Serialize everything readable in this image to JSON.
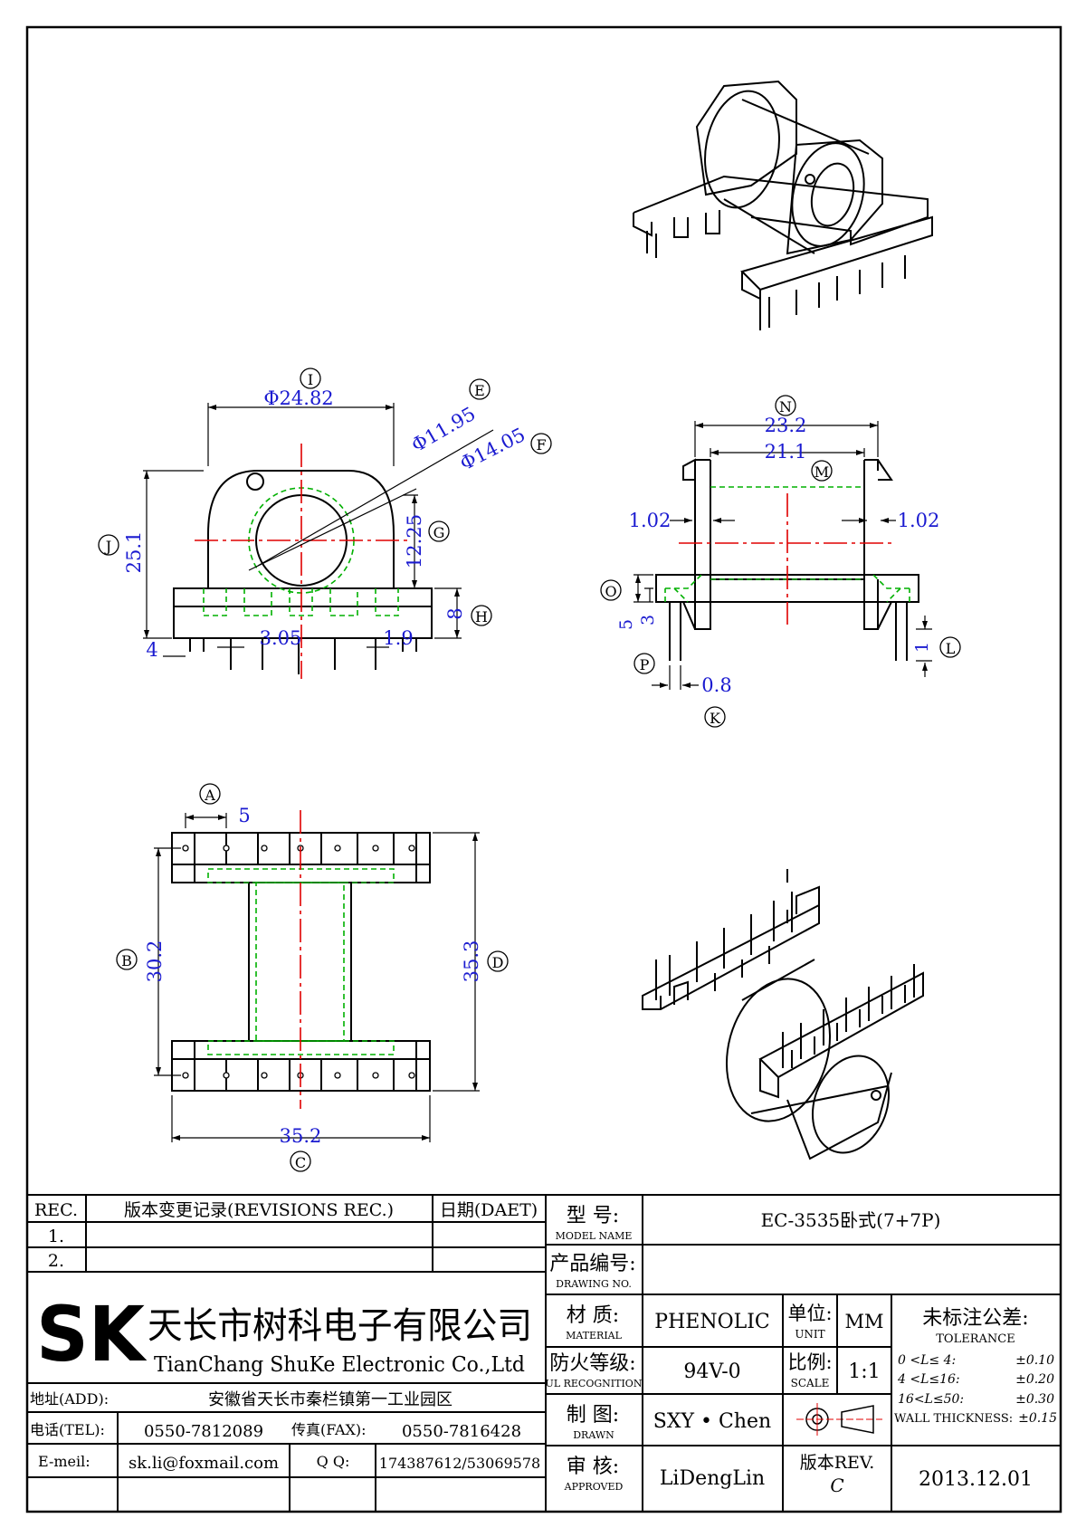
{
  "dims": {
    "top_I": "Φ24.82",
    "top_E": "Φ11.95",
    "top_F": "Φ14.05",
    "top_J": "25.1",
    "top_G": "12.25",
    "top_H": "8",
    "top_4": "4",
    "top_305": "3.05",
    "top_19": "1.9",
    "side_N": "23.2",
    "side_M": "21.1",
    "side_102_left": "1.02",
    "side_102_right": "1.02",
    "side_5": "5",
    "side_3": "3",
    "side_08": "0.8",
    "side_L": "1",
    "bot_5": "5",
    "bot_B": "30.2",
    "bot_D": "35.3",
    "bot_C": "35.2"
  },
  "labels": {
    "I": "I",
    "E": "E",
    "F": "F",
    "J": "J",
    "G": "G",
    "H": "H",
    "N": "N",
    "M": "M",
    "O": "O",
    "P": "P",
    "K": "K",
    "L": "L",
    "A": "A",
    "B": "B",
    "D": "D",
    "C": "C"
  },
  "revisions": {
    "col_rec": "REC.",
    "col_desc": "版本变更记录(REVISIONS REC.)",
    "col_date": "日期(DAET)",
    "row1": "1.",
    "row2": "2."
  },
  "company": {
    "logo": "SK",
    "name_cn": "天长市树科电子有限公司",
    "name_en": "TianChang ShuKe Electronic Co.,Ltd",
    "addr_label": "地址(ADD):",
    "addr": "安徽省天长市秦栏镇第一工业园区",
    "tel_label": "电话(TEL):",
    "tel": "0550-7812089",
    "fax_label": "传真(FAX):",
    "fax": "0550-7816428",
    "email_label": "E-meil:",
    "email": "sk.li@foxmail.com",
    "qq_label": "Q Q:",
    "qq": "174387612/53069578"
  },
  "titleblock": {
    "model_cn": "型  号:",
    "model_en": "MODEL NAME",
    "model": "EC-3535卧式(7+7P)",
    "drawing_cn": "产品编号:",
    "drawing_en": "DRAWING NO.",
    "drawing": "",
    "material_cn": "材  质:",
    "material_en": "MATERIAL",
    "material": "PHENOLIC",
    "unit_cn": "单位:",
    "unit_en": "UNIT",
    "unit": "MM",
    "ul_cn": "防火等级:",
    "ul_en": "UL RECOGNITION",
    "ul": "94V-0",
    "scale_cn": "比例:",
    "scale_en": "SCALE",
    "scale": "1:1",
    "drawn_cn": "制  图:",
    "drawn_en": "DRAWN",
    "drawn": "SXY • Chen",
    "approved_cn": "审  核:",
    "approved_en": "APPROVED",
    "approved": "LiDengLin",
    "rev_label": "版本REV.",
    "rev": "C",
    "date": "2013.12.01",
    "tol_cn": "未标注公差:",
    "tol_en": "TOLERANCE",
    "tol1_range": "0 <L≤ 4:",
    "tol1_val": "±0.10",
    "tol2_range": "4 <L≤16:",
    "tol2_val": "±0.20",
    "tol3_range": "16<L≤50:",
    "tol3_val": "±0.30",
    "tol4_range": "WALL THICKNESS:",
    "tol4_val": "±0.15"
  },
  "colors": {
    "dimension": "#1a1ad0",
    "centerline": "#e00000",
    "hidden": "#00b000"
  }
}
